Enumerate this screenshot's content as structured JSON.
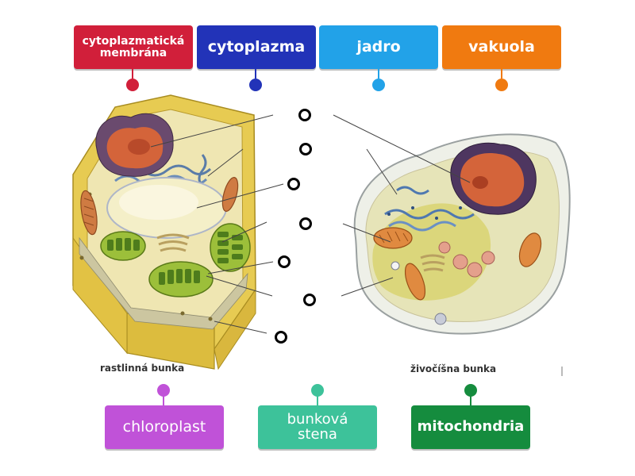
{
  "labels_top": [
    {
      "text": "cytoplazmatická membrána",
      "color": "#d11f3a"
    },
    {
      "text": "cytoplazma",
      "color": "#2233b8"
    },
    {
      "text": "jadro",
      "color": "#22a2e8"
    },
    {
      "text": "vakuola",
      "color": "#f07a10"
    }
  ],
  "labels_bottom": [
    {
      "text": "chloroplast",
      "color": "#c052d8"
    },
    {
      "text": "bunková stena",
      "color": "#3dc29a"
    },
    {
      "text": "mitochondria",
      "color": "#158c3e"
    }
  ],
  "captions": {
    "plant": "rastlinná bunka",
    "animal": "živočíšna bunka"
  },
  "drop_target_count": 7
}
